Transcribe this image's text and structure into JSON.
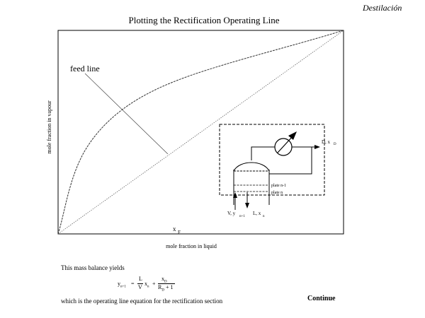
{
  "header": {
    "corner_title": "Destilación",
    "title": "Plotting the Rectification Operating Line"
  },
  "diagram": {
    "feed_line_label": "feed line",
    "y_axis_label": "mole fraction in vapour",
    "x_axis_label": "mole fraction in liquid",
    "xf_label": "x",
    "xf_sub": "F",
    "inset": {
      "distillate": "D, x",
      "distillate_sub": "D",
      "plate_n_minus_1": "plate n-1",
      "plate_n": "plate n",
      "vapour_stream": "V, y",
      "vapour_sub": "n+1",
      "liquid_stream": "L, x",
      "liquid_sub": "n"
    }
  },
  "body": {
    "mass_balance_text": "This mass balance yields",
    "equation": {
      "lhs": "y",
      "lhs_sub": "n+1",
      "eq": "=",
      "frac1_num": "L",
      "frac1_den": "V",
      "x": "x",
      "x_sub": "n",
      "plus": "+",
      "frac2_num": "x",
      "frac2_num_sub": "D",
      "frac2_den": "R",
      "frac2_den_sub": "D",
      "frac2_den_tail": "+ 1"
    },
    "after_text": "which is the operating line equation for the rectification section"
  },
  "nav": {
    "continue_label": "Continue"
  }
}
